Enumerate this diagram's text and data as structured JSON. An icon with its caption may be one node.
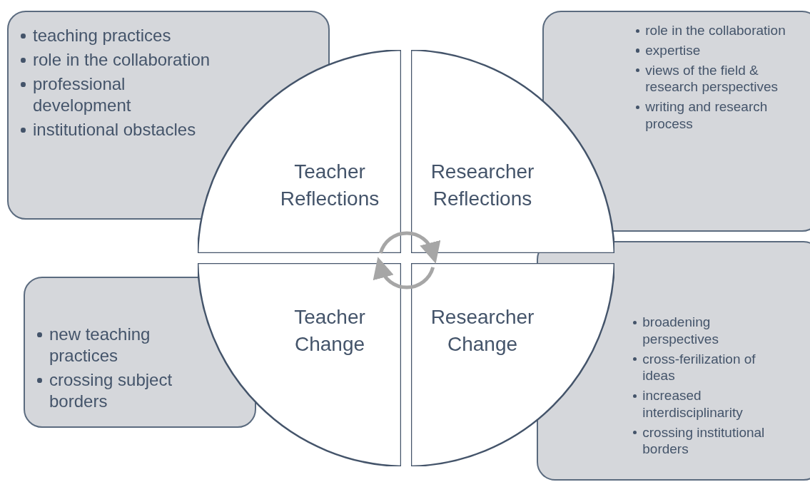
{
  "diagram": {
    "nodes": [
      {
        "text": [
          "teaching practices",
          "role in the collaboration",
          "professional development",
          "institutional obstacles"
        ]
      },
      {
        "text": [
          "role in the collaboration",
          "expertise",
          "views of the field & research perspectives",
          "writing and research process"
        ]
      },
      {
        "text": [
          "Teacher Reflections"
        ]
      },
      {
        "text": [
          "Researcher Reflections"
        ]
      },
      {
        "text": [
          "new teaching practices",
          "crossing subject borders"
        ]
      },
      {
        "text": [
          "Teacher Change"
        ]
      },
      {
        "text": [
          "Researcher Change"
        ]
      },
      {
        "text": [
          "broadening perspectives",
          "cross-ferilization of ideas",
          "increased interdisciplinarity",
          "crossing institutional borders"
        ]
      }
    ],
    "edges": [
      {
        "from": 2,
        "to": 3,
        "arrow": "to",
        "color": "#a6a6a6"
      },
      {
        "from": 6,
        "to": 5,
        "arrow": "to",
        "color": "#a6a6a6"
      }
    ]
  }
}
